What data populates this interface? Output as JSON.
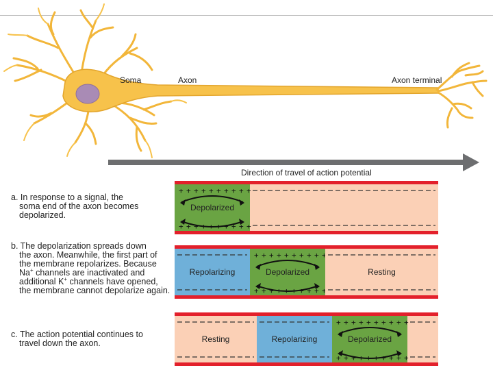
{
  "neuron": {
    "soma_label": "Soma",
    "axon_label": "Axon",
    "terminal_label": "Axon terminal"
  },
  "direction_label": "Direction of travel of action potential",
  "steps": [
    {
      "id": "a",
      "lines": [
        "a. In response to a signal, the",
        "soma end of the axon becomes",
        "depolarized."
      ],
      "segments": [
        "Depolarized"
      ]
    },
    {
      "id": "b",
      "lines": [
        "b. The depolarization spreads down",
        "the axon. Meanwhile, the first part of",
        "the membrane repolarizes. Because"
      ],
      "line4_pre": "Na",
      "line4_sup": "+",
      "line4_post": " channels are inactivated and",
      "line5_pre": "additional K",
      "line5_sup": "+",
      "line5_post": " channels have opened,",
      "line6": "the membrane cannot depolarize again.",
      "segments": [
        "Repolarizing",
        "Depolarized",
        "Resting"
      ]
    },
    {
      "id": "c",
      "lines": [
        "c. The action potential continues to",
        "travel down the axon."
      ],
      "segments": [
        "Resting",
        "Repolarizing",
        "Depolarized"
      ]
    }
  ],
  "colors": {
    "neuron_fill": "#f7c24b",
    "neuron_stroke": "#d99a1c",
    "nucleus": "#a98bb5",
    "membrane_red": "#e3202b",
    "resting_fill": "#fbd0b6",
    "depolarized_fill": "#6aa443",
    "repolarizing_fill": "#6fb0d9",
    "arrow_gray": "#6d6e70"
  }
}
